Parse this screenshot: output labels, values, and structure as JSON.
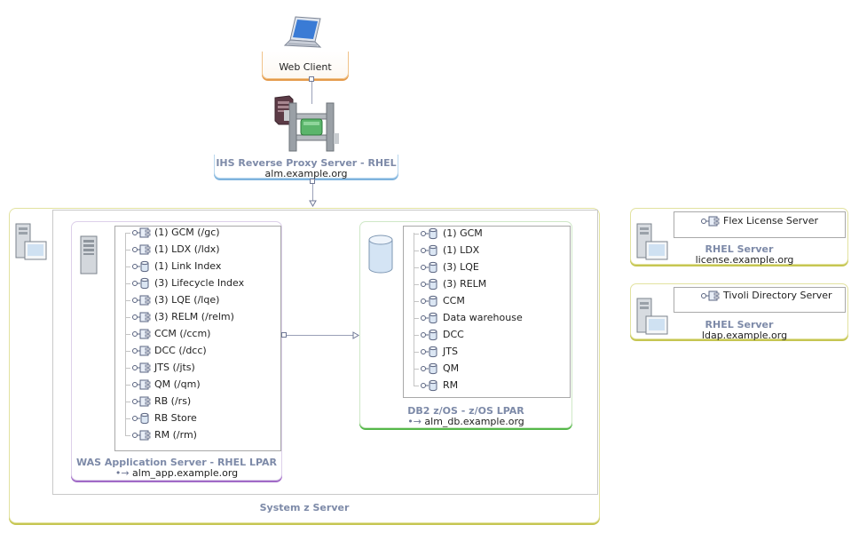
{
  "web_client": {
    "label": "Web Client"
  },
  "ihs": {
    "title": "IHS Reverse Proxy Server - RHEL",
    "host": "alm.example.org"
  },
  "system_z": {
    "title": "System z Server"
  },
  "was": {
    "title": "WAS Application Server - RHEL LPAR",
    "host": "alm_app.example.org",
    "components": [
      {
        "label": "(1) GCM (/gc)",
        "icon": "app-icon"
      },
      {
        "label": "(1) LDX (/ldx)",
        "icon": "app-icon"
      },
      {
        "label": "(1) Link Index",
        "icon": "database-icon"
      },
      {
        "label": "(3) Lifecycle Index",
        "icon": "database-icon"
      },
      {
        "label": "(3) LQE (/lqe)",
        "icon": "app-icon"
      },
      {
        "label": "(3) RELM (/relm)",
        "icon": "app-icon"
      },
      {
        "label": "CCM (/ccm)",
        "icon": "app-icon"
      },
      {
        "label": "DCC (/dcc)",
        "icon": "app-icon"
      },
      {
        "label": "JTS (/jts)",
        "icon": "app-icon"
      },
      {
        "label": "QM (/qm)",
        "icon": "app-icon"
      },
      {
        "label": "RB (/rs)",
        "icon": "app-icon"
      },
      {
        "label": "RB Store",
        "icon": "database-icon"
      },
      {
        "label": "RM (/rm)",
        "icon": "app-icon"
      }
    ]
  },
  "db2": {
    "title": "DB2 z/OS - z/OS LPAR",
    "host": "alm_db.example.org",
    "components": [
      {
        "label": "(1) GCM"
      },
      {
        "label": "(1) LDX"
      },
      {
        "label": "(3) LQE"
      },
      {
        "label": "(3) RELM"
      },
      {
        "label": "CCM"
      },
      {
        "label": "Data warehouse"
      },
      {
        "label": "DCC"
      },
      {
        "label": "JTS"
      },
      {
        "label": "QM"
      },
      {
        "label": "RM"
      }
    ]
  },
  "license_server": {
    "component": "Flex License Server",
    "title": "RHEL Server",
    "host": "license.example.org"
  },
  "directory_server": {
    "component": "Tivoli Directory Server",
    "title": "RHEL Server",
    "host": "ldap.example.org"
  },
  "colors": {
    "web_client_accent": "#e49a4a",
    "ihs_accent": "#7fb3dd",
    "was_accent": "#a16ac7",
    "db2_accent": "#55b84a",
    "server_accent": "#c6c652",
    "title_text": "#7d8aa8"
  }
}
